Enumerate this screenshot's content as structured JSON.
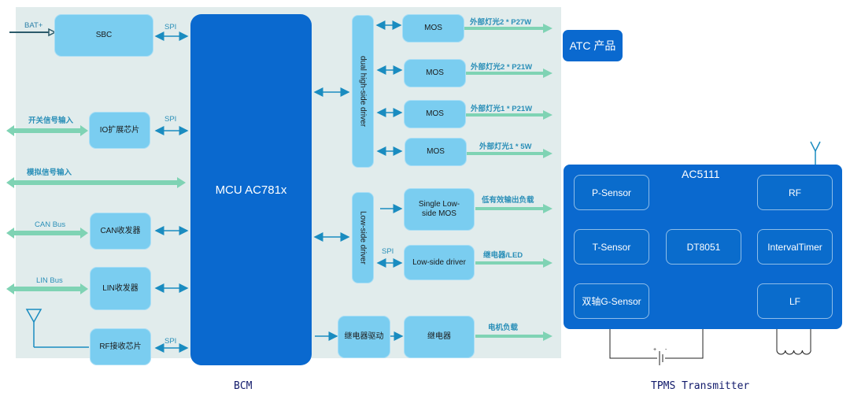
{
  "bcm": {
    "caption": "BCM",
    "mcu_label": "MCU AC781x",
    "blocks": {
      "sbc": "SBC",
      "io": "IO扩展芯片",
      "can": "CAN收发器",
      "lin": "LIN收发器",
      "rf": "RF接收芯片",
      "high_side": "dual high-side driver",
      "low_side": "Low-side driver",
      "mos1": "MOS",
      "mos2": "MOS",
      "mos3": "MOS",
      "mos4": "MOS",
      "single_low": "Single Low-side MOS",
      "low_driver": "Low-side driver",
      "relay_drive": "继电器驱动",
      "relay": "继电器"
    },
    "labels": {
      "bat": "BAT+",
      "spi_sbc": "SPI",
      "spi_io": "SPI",
      "spi_rf": "SPI",
      "spi_low": "SPI",
      "switch_in": "开关信号输入",
      "analog_in": "模拟信号输入",
      "can_bus": "CAN Bus",
      "lin_bus": "LIN Bus",
      "out1": "外部灯光2 * P27W",
      "out2": "外部灯光2 * P21W",
      "out3": "外部灯光1 * P21W",
      "out4": "外部灯光1 * 5W",
      "out5": "低有效输出负载",
      "out6": "继电器/LED",
      "out7": "电机负载"
    }
  },
  "atc": {
    "label": "ATC 产品"
  },
  "tpms": {
    "caption": "TPMS Transmitter",
    "chip": "AC5111",
    "blocks": {
      "p_sensor": "P-Sensor",
      "t_sensor": "T-Sensor",
      "g_sensor": "双轴G-Sensor",
      "dt8051": "DT8051",
      "rf": "RF",
      "timer": "IntervalTimer",
      "lf": "LF"
    },
    "battery_plus": "+",
    "battery_minus": "-"
  },
  "colors": {
    "panel": "#e1ecec",
    "light_block": "#7acdf0",
    "mcu_blue": "#0a69cf",
    "arrow_green": "#7fd3b4",
    "arrow_blue": "#1a8cc0"
  }
}
